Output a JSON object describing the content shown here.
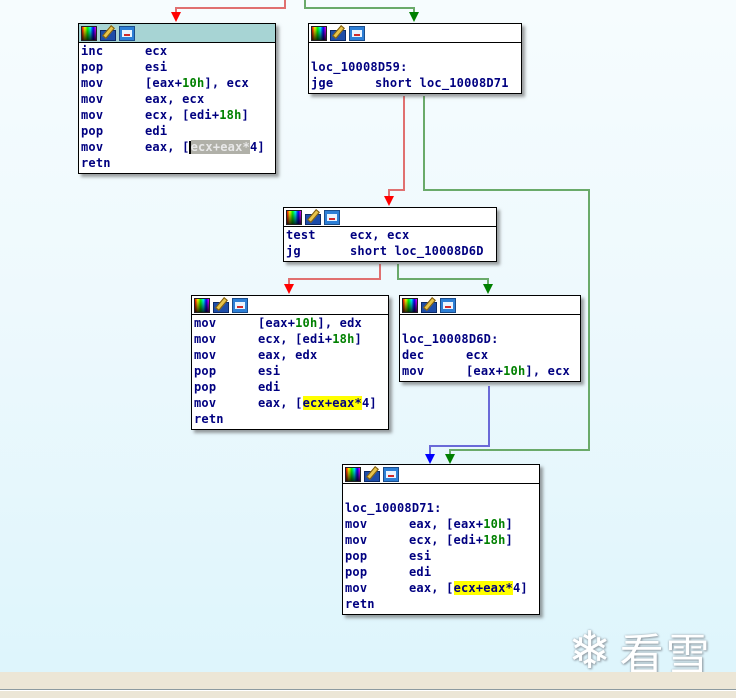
{
  "app": "IDA graph view",
  "colors": {
    "edge_false": "#e07070",
    "edge_true": "#6aaa6a",
    "edge_unconditional": "#6a6ad8",
    "arrow_false": "#ff0000",
    "arrow_true": "#008000",
    "arrow_unconditional": "#0000ff",
    "highlight": "#ffff00",
    "selected_header": "#a7d4d4",
    "text": "#000080",
    "number": "#008000"
  },
  "node_header_icons": [
    "color-palette-icon",
    "edit-node-icon",
    "graph-overview-icon"
  ],
  "nodes": {
    "n1": {
      "lines": [
        {
          "m": "inc",
          "ops": [
            {
              "t": "ecx"
            }
          ]
        },
        {
          "m": "pop",
          "ops": [
            {
              "t": "esi"
            }
          ]
        },
        {
          "m": "mov",
          "ops": [
            {
              "t": "[eax+"
            },
            {
              "t": "10h",
              "c": "num"
            },
            {
              "t": "], ecx"
            }
          ]
        },
        {
          "m": "mov",
          "ops": [
            {
              "t": "eax, ecx"
            }
          ]
        },
        {
          "m": "mov",
          "ops": [
            {
              "t": "ecx, [edi+"
            },
            {
              "t": "18h",
              "c": "num"
            },
            {
              "t": "]"
            }
          ]
        },
        {
          "m": "pop",
          "ops": [
            {
              "t": "edi"
            }
          ]
        },
        {
          "m": "mov",
          "ops": [
            {
              "t": "eax, ["
            },
            {
              "t": "ecx+eax*",
              "c": "sel"
            },
            {
              "t": "4]"
            }
          ]
        },
        {
          "m": "retn",
          "ops": []
        }
      ]
    },
    "n2": {
      "label": "loc_10008D59:",
      "lines": [
        {
          "m": "jge",
          "ops": [
            {
              "t": "short loc_10008D71"
            }
          ]
        }
      ]
    },
    "n3": {
      "lines": [
        {
          "m": "test",
          "ops": [
            {
              "t": "ecx, ecx"
            }
          ]
        },
        {
          "m": "jg",
          "ops": [
            {
              "t": "short loc_10008D6D"
            }
          ]
        }
      ]
    },
    "n4": {
      "lines": [
        {
          "m": "mov",
          "ops": [
            {
              "t": "[eax+"
            },
            {
              "t": "10h",
              "c": "num"
            },
            {
              "t": "], edx"
            }
          ]
        },
        {
          "m": "mov",
          "ops": [
            {
              "t": "ecx, [edi+"
            },
            {
              "t": "18h",
              "c": "num"
            },
            {
              "t": "]"
            }
          ]
        },
        {
          "m": "mov",
          "ops": [
            {
              "t": "eax, edx"
            }
          ]
        },
        {
          "m": "pop",
          "ops": [
            {
              "t": "esi"
            }
          ]
        },
        {
          "m": "pop",
          "ops": [
            {
              "t": "edi"
            }
          ]
        },
        {
          "m": "mov",
          "ops": [
            {
              "t": "eax, ["
            },
            {
              "t": "ecx+eax*",
              "c": "hl"
            },
            {
              "t": "4]"
            }
          ]
        },
        {
          "m": "retn",
          "ops": []
        }
      ]
    },
    "n5": {
      "label": "loc_10008D6D:",
      "lines": [
        {
          "m": "dec",
          "ops": [
            {
              "t": "ecx"
            }
          ]
        },
        {
          "m": "mov",
          "ops": [
            {
              "t": "[eax+"
            },
            {
              "t": "10h",
              "c": "num"
            },
            {
              "t": "], ecx"
            }
          ]
        }
      ]
    },
    "n6": {
      "label": "loc_10008D71:",
      "lines": [
        {
          "m": "mov",
          "ops": [
            {
              "t": "eax, [eax+"
            },
            {
              "t": "10h",
              "c": "num"
            },
            {
              "t": "]"
            }
          ]
        },
        {
          "m": "mov",
          "ops": [
            {
              "t": "ecx, [edi+"
            },
            {
              "t": "18h",
              "c": "num"
            },
            {
              "t": "]"
            }
          ]
        },
        {
          "m": "pop",
          "ops": [
            {
              "t": "esi"
            }
          ]
        },
        {
          "m": "pop",
          "ops": [
            {
              "t": "edi"
            }
          ]
        },
        {
          "m": "mov",
          "ops": [
            {
              "t": "eax, ["
            },
            {
              "t": "ecx+eax*",
              "c": "hl"
            },
            {
              "t": "4]"
            }
          ]
        },
        {
          "m": "retn",
          "ops": []
        }
      ]
    }
  },
  "watermark": {
    "icon": "snowflake-icon",
    "glyph": "❄",
    "text": "看雪"
  }
}
